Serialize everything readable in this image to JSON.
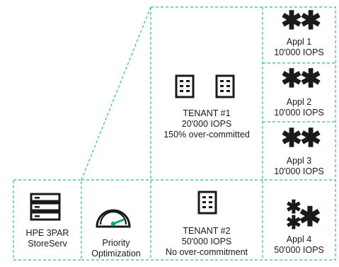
{
  "colors": {
    "accent": "#01a982",
    "dash": "#2fbf8a",
    "ink": "#1a1a1a"
  },
  "storserv": {
    "line1": "HPE 3PAR",
    "line2": "StoreServ",
    "icon": "server-stack-icon"
  },
  "priority": {
    "line1": "Priority",
    "line2": "Optimization",
    "icon": "gauge-icon"
  },
  "tenant1": {
    "line1": "TENANT #1",
    "line2": "20'000 IOPS",
    "line3": "150% over-committed",
    "icon": "server-icon"
  },
  "tenant2": {
    "line1": "TENANT #2",
    "line2": "50'000 IOPS",
    "line3": "No over-commitment",
    "icon": "server-icon"
  },
  "apps": [
    {
      "name": "Appl 1",
      "iops": "10'000 IOPS",
      "icon": "asterisks-icon"
    },
    {
      "name": "Appl 2",
      "iops": "10'000 IOPS",
      "icon": "asterisks-icon"
    },
    {
      "name": "Appl 3",
      "iops": "10'000 IOPS",
      "icon": "asterisks-icon"
    },
    {
      "name": "Appl 4",
      "iops": "50'000 IOPS",
      "icon": "asterisks-icon"
    }
  ]
}
